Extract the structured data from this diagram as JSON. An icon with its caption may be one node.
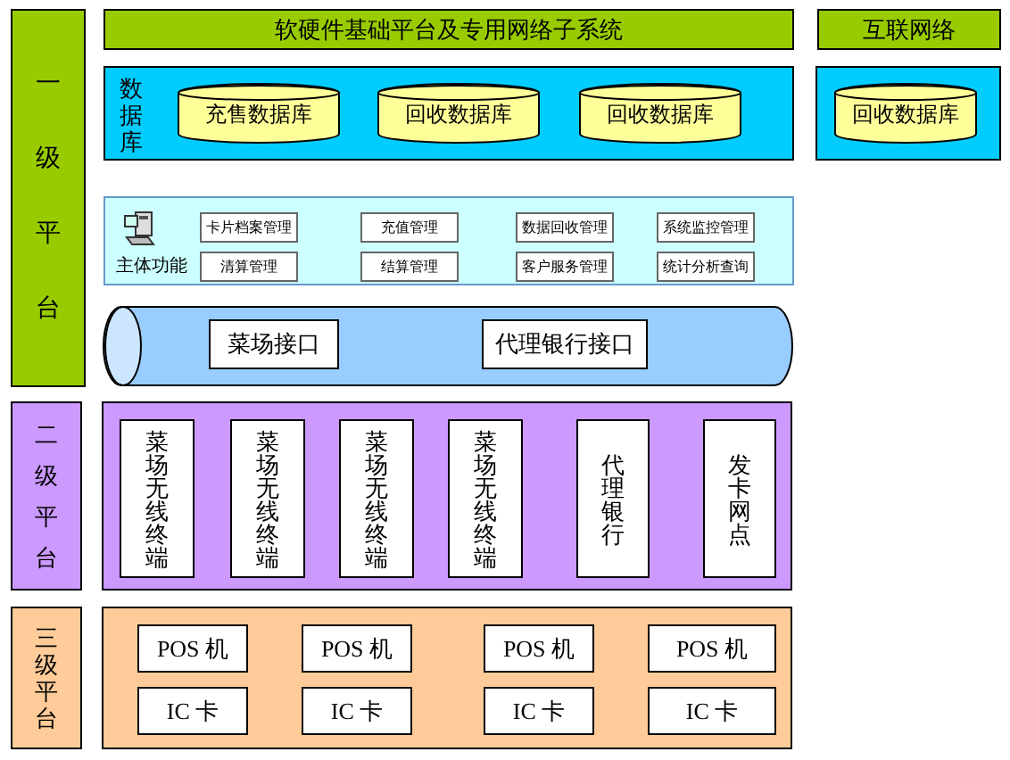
{
  "diagram": {
    "nodes": [
      {
        "text": [
          "一级平台"
        ]
      },
      {
        "text": [
          "软硬件基础平台及专用网络子系统"
        ]
      },
      {
        "text": [
          "互联网络"
        ]
      },
      {
        "text": [
          "数据库"
        ]
      },
      {
        "text": [
          "充售数据库"
        ],
        "in": 3
      },
      {
        "text": [
          "回收数据库"
        ],
        "in": 3
      },
      {
        "text": [
          "回收数据库"
        ],
        "in": 3
      },
      {
        "text": [],
        "shape": "box"
      },
      {
        "text": [
          "回收数据库"
        ],
        "in": 7
      },
      {
        "text": [
          "主体功能"
        ]
      },
      {
        "text": [
          "卡片档案管理"
        ],
        "in": 9
      },
      {
        "text": [
          "充值管理"
        ],
        "in": 9
      },
      {
        "text": [
          "数据回收管理"
        ],
        "in": 9
      },
      {
        "text": [
          "系统监控管理"
        ],
        "in": 9
      },
      {
        "text": [
          "清算管理"
        ],
        "in": 9
      },
      {
        "text": [
          "结算管理"
        ],
        "in": 9
      },
      {
        "text": [
          "客户服务管理"
        ],
        "in": 9
      },
      {
        "text": [
          "统计分析查询"
        ],
        "in": 9
      },
      {
        "text": [],
        "shape": "cylinder"
      },
      {
        "text": [
          "菜场接口"
        ],
        "in": 18
      },
      {
        "text": [
          "代理银行接口"
        ],
        "in": 18
      },
      {
        "text": [
          "二级平台"
        ]
      },
      {
        "text": [],
        "shape": "box"
      },
      {
        "text": [
          "菜场无线终端"
        ],
        "in": 22
      },
      {
        "text": [
          "菜场无线终端"
        ],
        "in": 22
      },
      {
        "text": [
          "菜场无线终端"
        ],
        "in": 22
      },
      {
        "text": [
          "菜场无线终端"
        ],
        "in": 22
      },
      {
        "text": [
          "代理银行"
        ],
        "in": 22
      },
      {
        "text": [
          "发卡网点"
        ],
        "in": 22
      },
      {
        "text": [
          "三级平台"
        ]
      },
      {
        "text": [],
        "shape": "box"
      },
      {
        "text": [
          "POS 机"
        ],
        "in": 30
      },
      {
        "text": [
          "POS 机"
        ],
        "in": 30
      },
      {
        "text": [
          "POS 机"
        ],
        "in": 30
      },
      {
        "text": [
          "POS 机"
        ],
        "in": 30
      },
      {
        "text": [
          "IC 卡"
        ],
        "in": 30
      },
      {
        "text": [
          "IC 卡"
        ],
        "in": 30
      },
      {
        "text": [
          "IC 卡"
        ],
        "in": 30
      },
      {
        "text": [
          "IC 卡"
        ],
        "in": 30
      }
    ],
    "edges": []
  }
}
